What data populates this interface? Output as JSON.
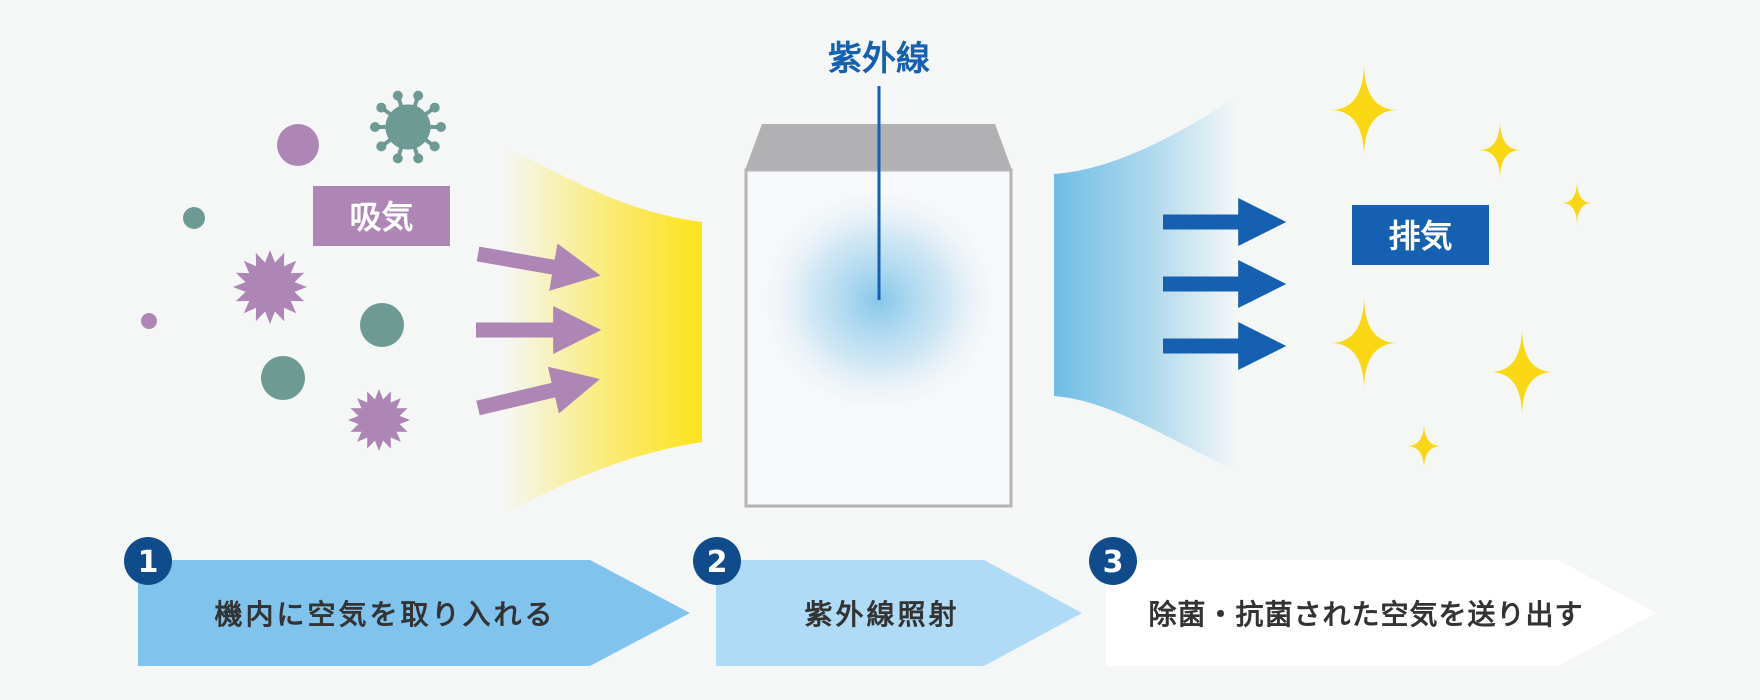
{
  "labels": {
    "intake": "吸気",
    "exhaust": "排気",
    "uv": "紫外線"
  },
  "steps": [
    {
      "number": "1",
      "text": "機内に空気を取り入れる"
    },
    {
      "number": "2",
      "text": "紫外線照射"
    },
    {
      "number": "3",
      "text": "除菌・抗菌された空気を送り出す"
    }
  ],
  "colors": {
    "purple": "#ad86b5",
    "teal": "#6d9a93",
    "yellow": "#fde21a",
    "skyblue": "#6fbde4",
    "blue": "#1560b0",
    "step1": "#80c4ee",
    "step2": "#b0dbf6",
    "step3": "#ffffff",
    "badge": "#104c8c",
    "sparkle": "#f9d813",
    "boxTop": "#b1b1b3",
    "boxBorder": "#b4b4b6"
  }
}
